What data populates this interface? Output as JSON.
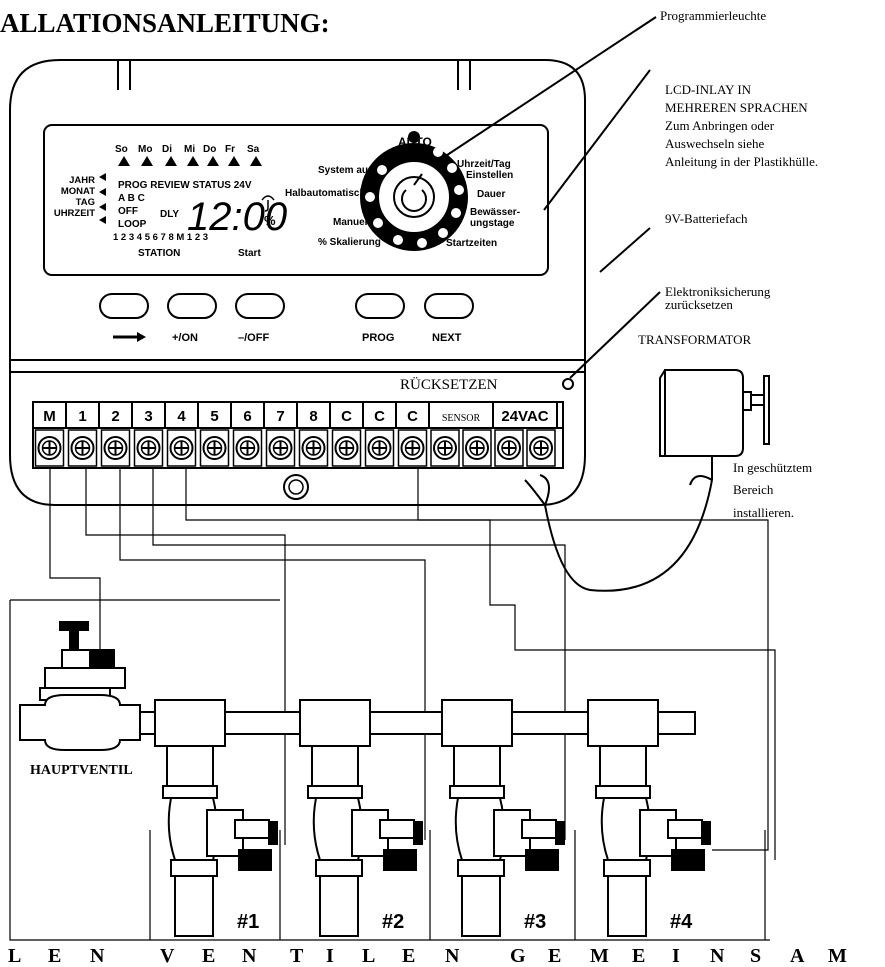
{
  "title": "ALLATIONSANLEITUNG:",
  "callouts": {
    "program_light": "Programmierleuchte",
    "lcd_inlay": [
      "LCD-INLAY IN",
      "MEHREREN SPRACHEN",
      "Zum Anbringen oder",
      "Auswechseln siehe",
      "Anleitung in der Plastikhülle."
    ],
    "battery": "9V-Batteriefach",
    "fuse": [
      "Elektroniksicherung",
      "zurücksetzen"
    ],
    "transformer": "TRANSFORMATOR",
    "install_note": [
      "In geschütztem",
      "Bereich",
      "installieren."
    ]
  },
  "lcd": {
    "days": [
      "So",
      "Mo",
      "Di",
      "Mi",
      "Do",
      "Fr",
      "Sa"
    ],
    "left_labels": [
      "JAHR",
      "MONAT",
      "TAG",
      "UHRZEIT"
    ],
    "row1": "PROG REVIEW  STATUS  24V",
    "row2": "A B C",
    "row3": "OFF",
    "row4": "LOOP",
    "dly": "DLY",
    "time": "12:00",
    "percent": "%",
    "station_numbers": "1 2 3 4 5 6 7 8 M     1 2 3",
    "station": "STATION",
    "start": "Start"
  },
  "dial": {
    "auto": "AUTO",
    "system_off": "System aus",
    "semi_auto": "Halbautomatisch",
    "manual": "Manuell",
    "scaling": "% Skalierung",
    "time_day": [
      "Uhrzeit/Tag",
      "Einstellen"
    ],
    "duration": "Dauer",
    "water_days": [
      "Bewässer-",
      "ungstage"
    ],
    "start_times": "Startzeiten"
  },
  "buttons": {
    "arrow_label": "→",
    "plus_label": "+/ON",
    "minus_label": "–/OFF",
    "prog_label": "PROG",
    "next_label": "NEXT"
  },
  "reset_label": "RÜCKSETZEN",
  "terminals": [
    "M",
    "1",
    "2",
    "3",
    "4",
    "5",
    "6",
    "7",
    "8",
    "C",
    "C",
    "C",
    "SENSOR",
    "24VAC"
  ],
  "main_valve": "HAUPTVENTIL",
  "valves": [
    "#1",
    "#2",
    "#3",
    "#4"
  ],
  "bottom_text": [
    "L",
    "E",
    "N",
    "V",
    "E",
    "N",
    "T",
    "I",
    "L",
    "E",
    "N",
    "G",
    "E",
    "M",
    "E",
    "I",
    "N",
    "S",
    "A",
    "M"
  ]
}
